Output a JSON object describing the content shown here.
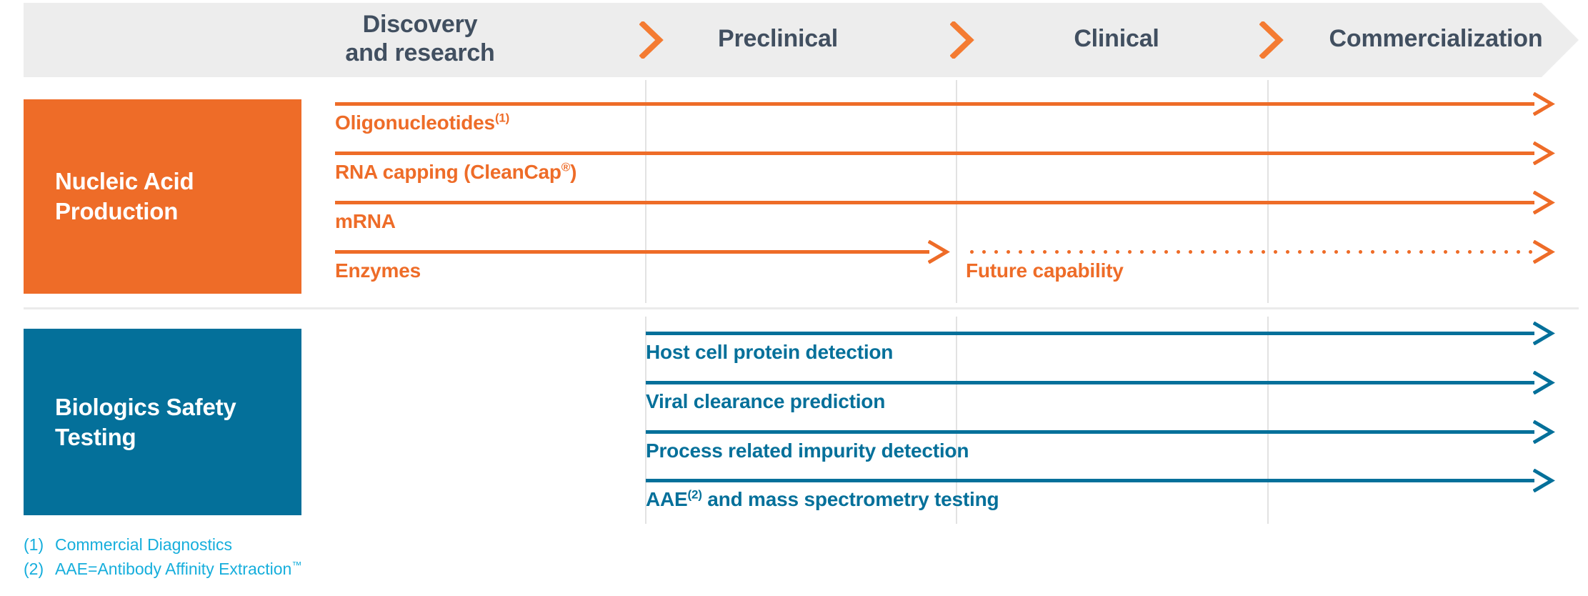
{
  "colors": {
    "orange": "#EE6C28",
    "blue": "#04709A",
    "header_bg": "#EDEDED",
    "header_text": "#414F60",
    "gridline": "#E2E2E2",
    "footnote": "#16AEDC",
    "white": "#FFFFFF"
  },
  "header": {
    "phases": [
      {
        "label": "Discovery\nand research"
      },
      {
        "label": "Preclinical"
      },
      {
        "label": "Clinical"
      },
      {
        "label": "Commercialization"
      }
    ],
    "separator_icon": "chevron-right-icon"
  },
  "sections": [
    {
      "id": "nucleic-acid-production",
      "title": "Nucleic Acid\nProduction",
      "color": "#EE6C28",
      "tracks": [
        {
          "label": "Oligonucleotides",
          "footnote_ref": "(1)",
          "style": "solid",
          "start_phase": "Discovery and research",
          "end_phase": "Commercialization"
        },
        {
          "label": "RNA capping (CleanCap",
          "label_suffix": ")",
          "registered": "®",
          "style": "solid",
          "start_phase": "Discovery and research",
          "end_phase": "Commercialization"
        },
        {
          "label": "mRNA",
          "style": "solid",
          "start_phase": "Discovery and research",
          "end_phase": "Commercialization"
        },
        {
          "label": "Enzymes",
          "style": "solid-then-dotted",
          "start_phase": "Discovery and research",
          "solid_end_phase": "Preclinical",
          "end_phase": "Commercialization",
          "secondary_label": "Future capability"
        }
      ]
    },
    {
      "id": "biologics-safety-testing",
      "title": "Biologics Safety\nTesting",
      "color": "#04709A",
      "tracks": [
        {
          "label": "Host cell protein detection",
          "style": "solid",
          "start_phase": "Preclinical",
          "end_phase": "Commercialization"
        },
        {
          "label": "Viral clearance prediction",
          "style": "solid",
          "start_phase": "Preclinical",
          "end_phase": "Commercialization"
        },
        {
          "label": "Process related impurity detection",
          "style": "solid",
          "start_phase": "Preclinical",
          "end_phase": "Commercialization"
        },
        {
          "label": "AAE",
          "footnote_ref": "(2)",
          "label_tail": " and mass spectrometry testing",
          "style": "solid",
          "start_phase": "Preclinical",
          "end_phase": "Commercialization"
        }
      ]
    }
  ],
  "footnotes": [
    {
      "marker": "(1)",
      "text": "Commercial Diagnostics"
    },
    {
      "marker": "(2)",
      "text": "AAE=Antibody Affinity Extraction",
      "tm": "™"
    }
  ]
}
